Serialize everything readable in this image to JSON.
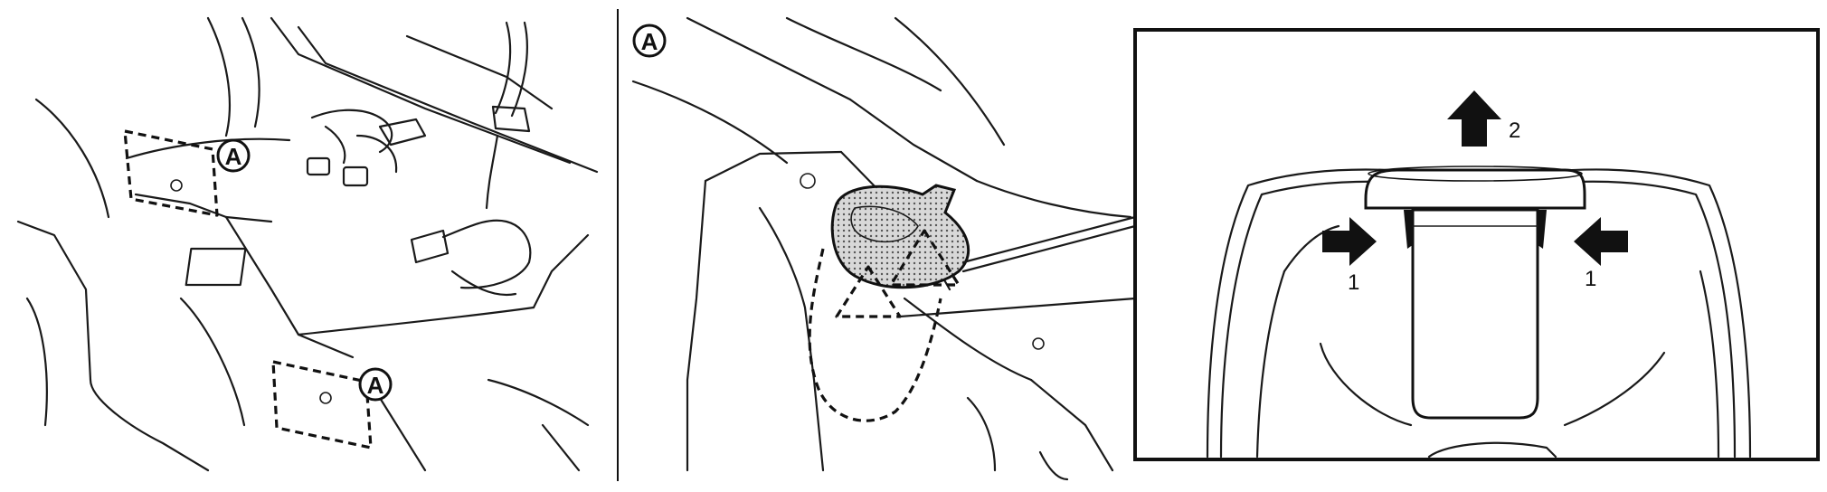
{
  "callouts": {
    "left_upper": "A",
    "left_lower": "A",
    "middle_top": "A"
  },
  "detail_labels": {
    "arrow_up": "2",
    "arrow_left": "1",
    "arrow_right": "1"
  },
  "icons": {
    "push_arrow": "arrow-right-icon",
    "pull_arrow": "arrow-up-icon"
  },
  "colors": {
    "line": "#1a1a1a",
    "fill_dark": "#111111",
    "hatch": "#9a9a9a"
  }
}
